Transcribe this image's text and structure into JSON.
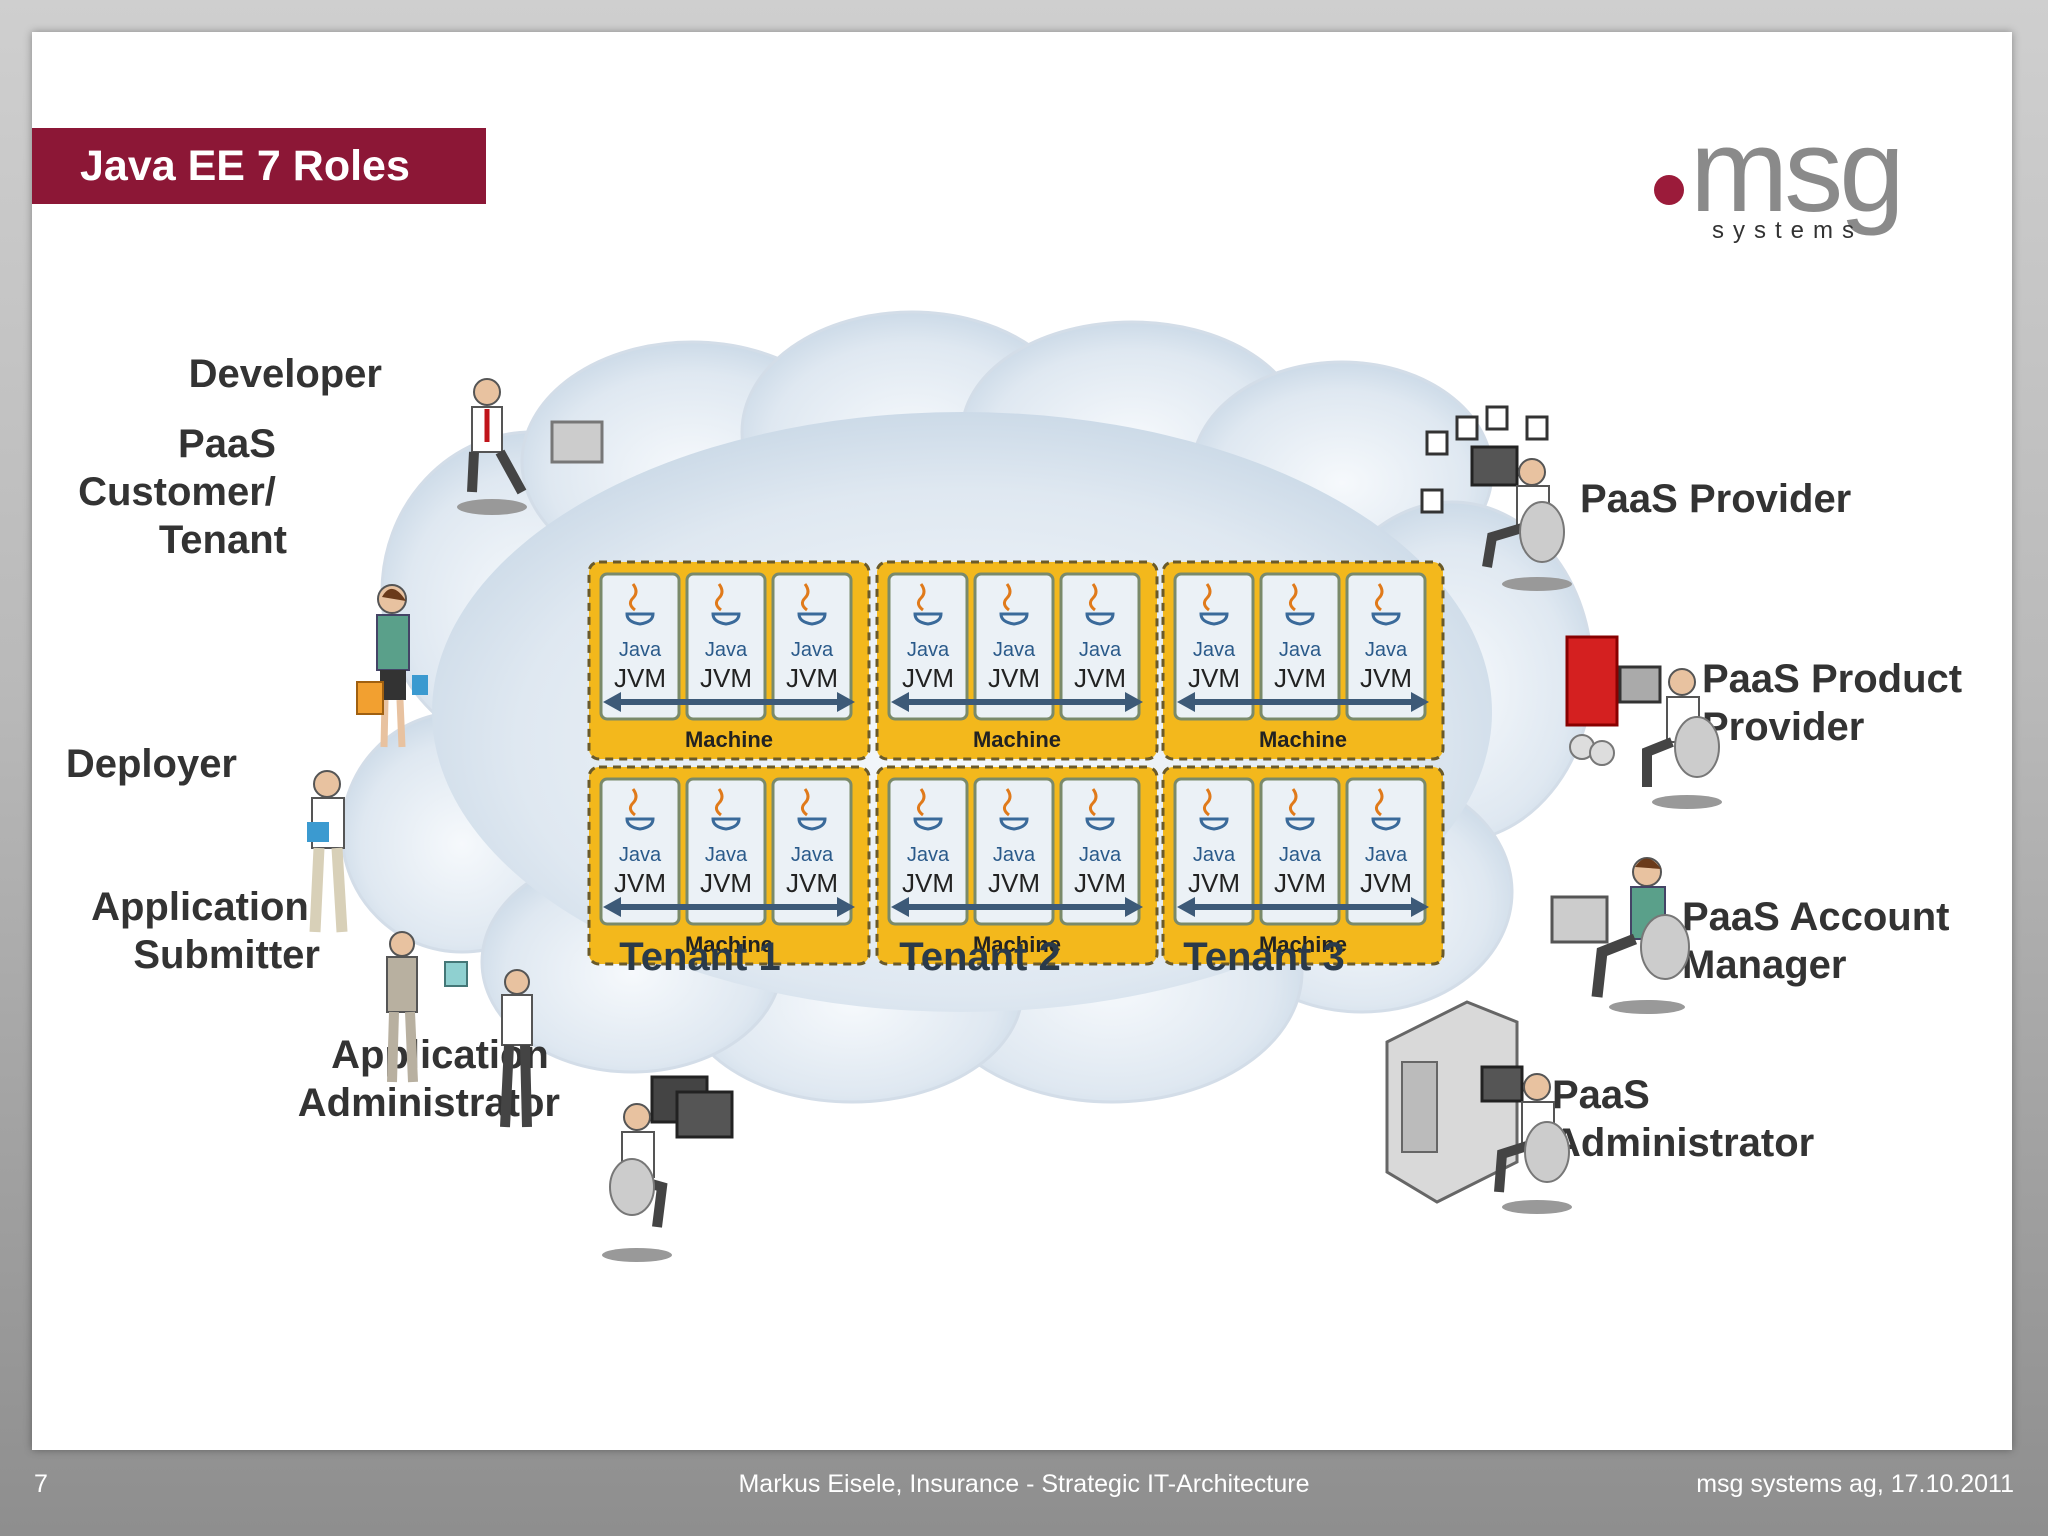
{
  "slide": {
    "title": "Java EE 7 Roles",
    "page_number": "7",
    "footer_center": "Markus Eisele, Insurance - Strategic IT-Architecture",
    "footer_right": "msg systems ag, 17.10.2011"
  },
  "logo": {
    "name": "msg",
    "sub": "systems"
  },
  "colors": {
    "title_bar": "#8c1736",
    "machine_fill": "#f3b81c",
    "cloud": "#d7e3ee",
    "arrow": "#3d5a78"
  },
  "roles_left": [
    {
      "lines": [
        "Developer"
      ]
    },
    {
      "lines": [
        "PaaS",
        "Customer/",
        "Tenant"
      ]
    },
    {
      "lines": [
        "Deployer"
      ]
    },
    {
      "lines": [
        "Application",
        "Submitter"
      ]
    },
    {
      "lines": [
        "Application",
        "Administrator"
      ]
    }
  ],
  "roles_right": [
    {
      "lines": [
        "PaaS Provider"
      ]
    },
    {
      "lines": [
        "PaaS Product",
        "Provider"
      ]
    },
    {
      "lines": [
        "PaaS Account",
        "Manager"
      ]
    },
    {
      "lines": [
        "PaaS",
        "Administrator"
      ]
    }
  ],
  "cloud": {
    "jvm_label": "JVM",
    "java_label": "Java",
    "machine_label": "Machine",
    "tenants": [
      "Tenant 1",
      "Tenant 2",
      "Tenant 3"
    ]
  }
}
